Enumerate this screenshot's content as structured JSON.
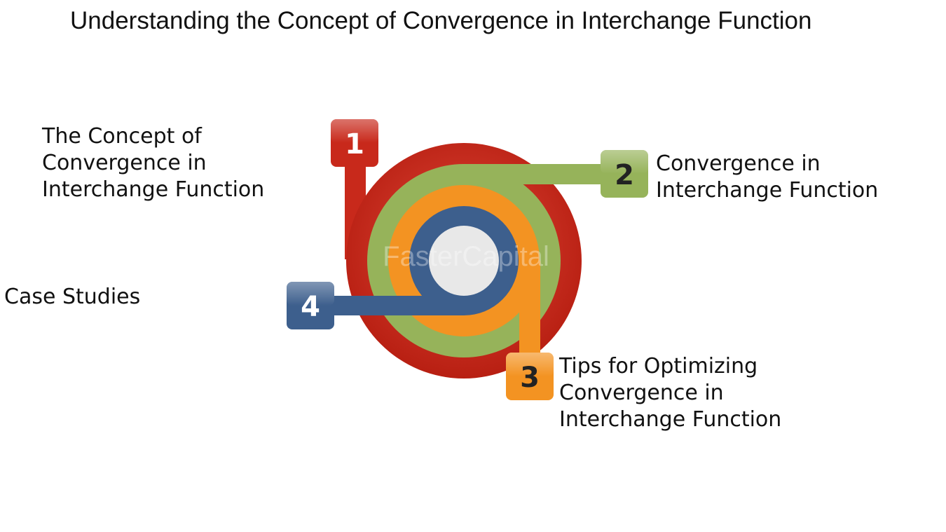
{
  "title": "Understanding the Concept of Convergence in Interchange Function",
  "watermark": "FasterCapital",
  "colors": {
    "red": "#c8291b",
    "green": "#96b35a",
    "orange": "#f39322",
    "blue": "#3d5f8d",
    "center": "#e8e8e8"
  },
  "steps": [
    {
      "number": "1",
      "lines": [
        "The Concept of",
        "Convergence in",
        "Interchange Function"
      ],
      "color": "red"
    },
    {
      "number": "2",
      "lines": [
        "Convergence in",
        "Interchange Function"
      ],
      "color": "green"
    },
    {
      "number": "3",
      "lines": [
        "Tips for Optimizing",
        "Convergence in",
        "Interchange Function"
      ],
      "color": "orange"
    },
    {
      "number": "4",
      "lines": [
        "Case Studies"
      ],
      "color": "blue"
    }
  ]
}
